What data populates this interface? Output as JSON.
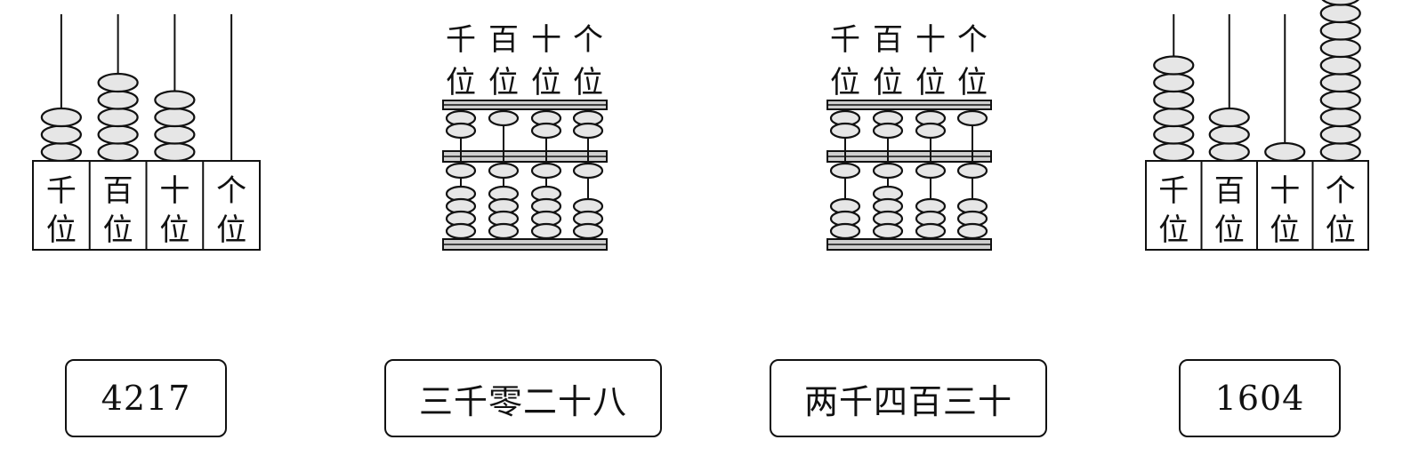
{
  "figures": [
    {
      "id": "A",
      "kind": "counter",
      "places": [
        {
          "top": "千",
          "bottom": "位",
          "beads": 3
        },
        {
          "top": "百",
          "bottom": "位",
          "beads": 5
        },
        {
          "top": "十",
          "bottom": "位",
          "beads": 4
        },
        {
          "top": "个",
          "bottom": "位",
          "beads": 0
        }
      ]
    },
    {
      "id": "B",
      "kind": "abacus",
      "places": [
        {
          "top": "千",
          "bottom": "位",
          "upper": 2,
          "lower": 5
        },
        {
          "top": "百",
          "bottom": "位",
          "upper": 1,
          "lower": 5
        },
        {
          "top": "十",
          "bottom": "位",
          "upper": 2,
          "lower": 5
        },
        {
          "top": "个",
          "bottom": "位",
          "upper": 2,
          "lower": 4
        }
      ]
    },
    {
      "id": "C",
      "kind": "abacus",
      "places": [
        {
          "top": "千",
          "bottom": "位",
          "upper": 2,
          "lower": 4
        },
        {
          "top": "百",
          "bottom": "位",
          "upper": 2,
          "lower": 5
        },
        {
          "top": "十",
          "bottom": "位",
          "upper": 2,
          "lower": 4
        },
        {
          "top": "个",
          "bottom": "位",
          "upper": 1,
          "lower": 4
        }
      ]
    },
    {
      "id": "D",
      "kind": "counter",
      "places": [
        {
          "top": "千",
          "bottom": "位",
          "beads": 6
        },
        {
          "top": "百",
          "bottom": "位",
          "beads": 3
        },
        {
          "top": "十",
          "bottom": "位",
          "beads": 1
        },
        {
          "top": "个",
          "bottom": "位",
          "beads": 10
        }
      ]
    }
  ],
  "answers": [
    "4217",
    "三千零二十八",
    "两千四百三十",
    "1604"
  ]
}
